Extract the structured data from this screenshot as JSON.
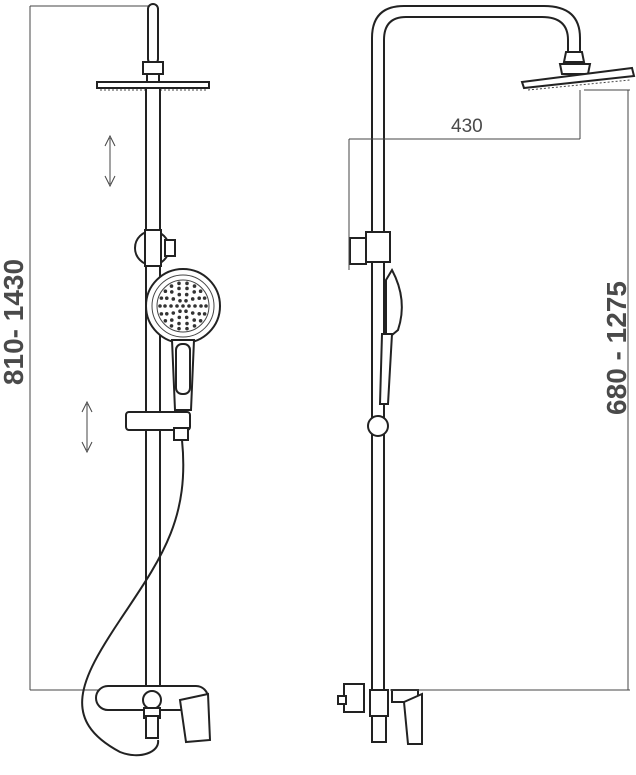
{
  "dimensions": {
    "left_height_range": "810- 1430",
    "right_height_range": "680 - 1275",
    "arm_reach": "430"
  },
  "colors": {
    "line": "#222222",
    "dimension_text": "#4a4a4a",
    "background": "#ffffff"
  },
  "icons": [
    "height-adjust-arrow-icon",
    "shower-head-icon",
    "hand-shower-icon",
    "mixer-valve-icon"
  ]
}
